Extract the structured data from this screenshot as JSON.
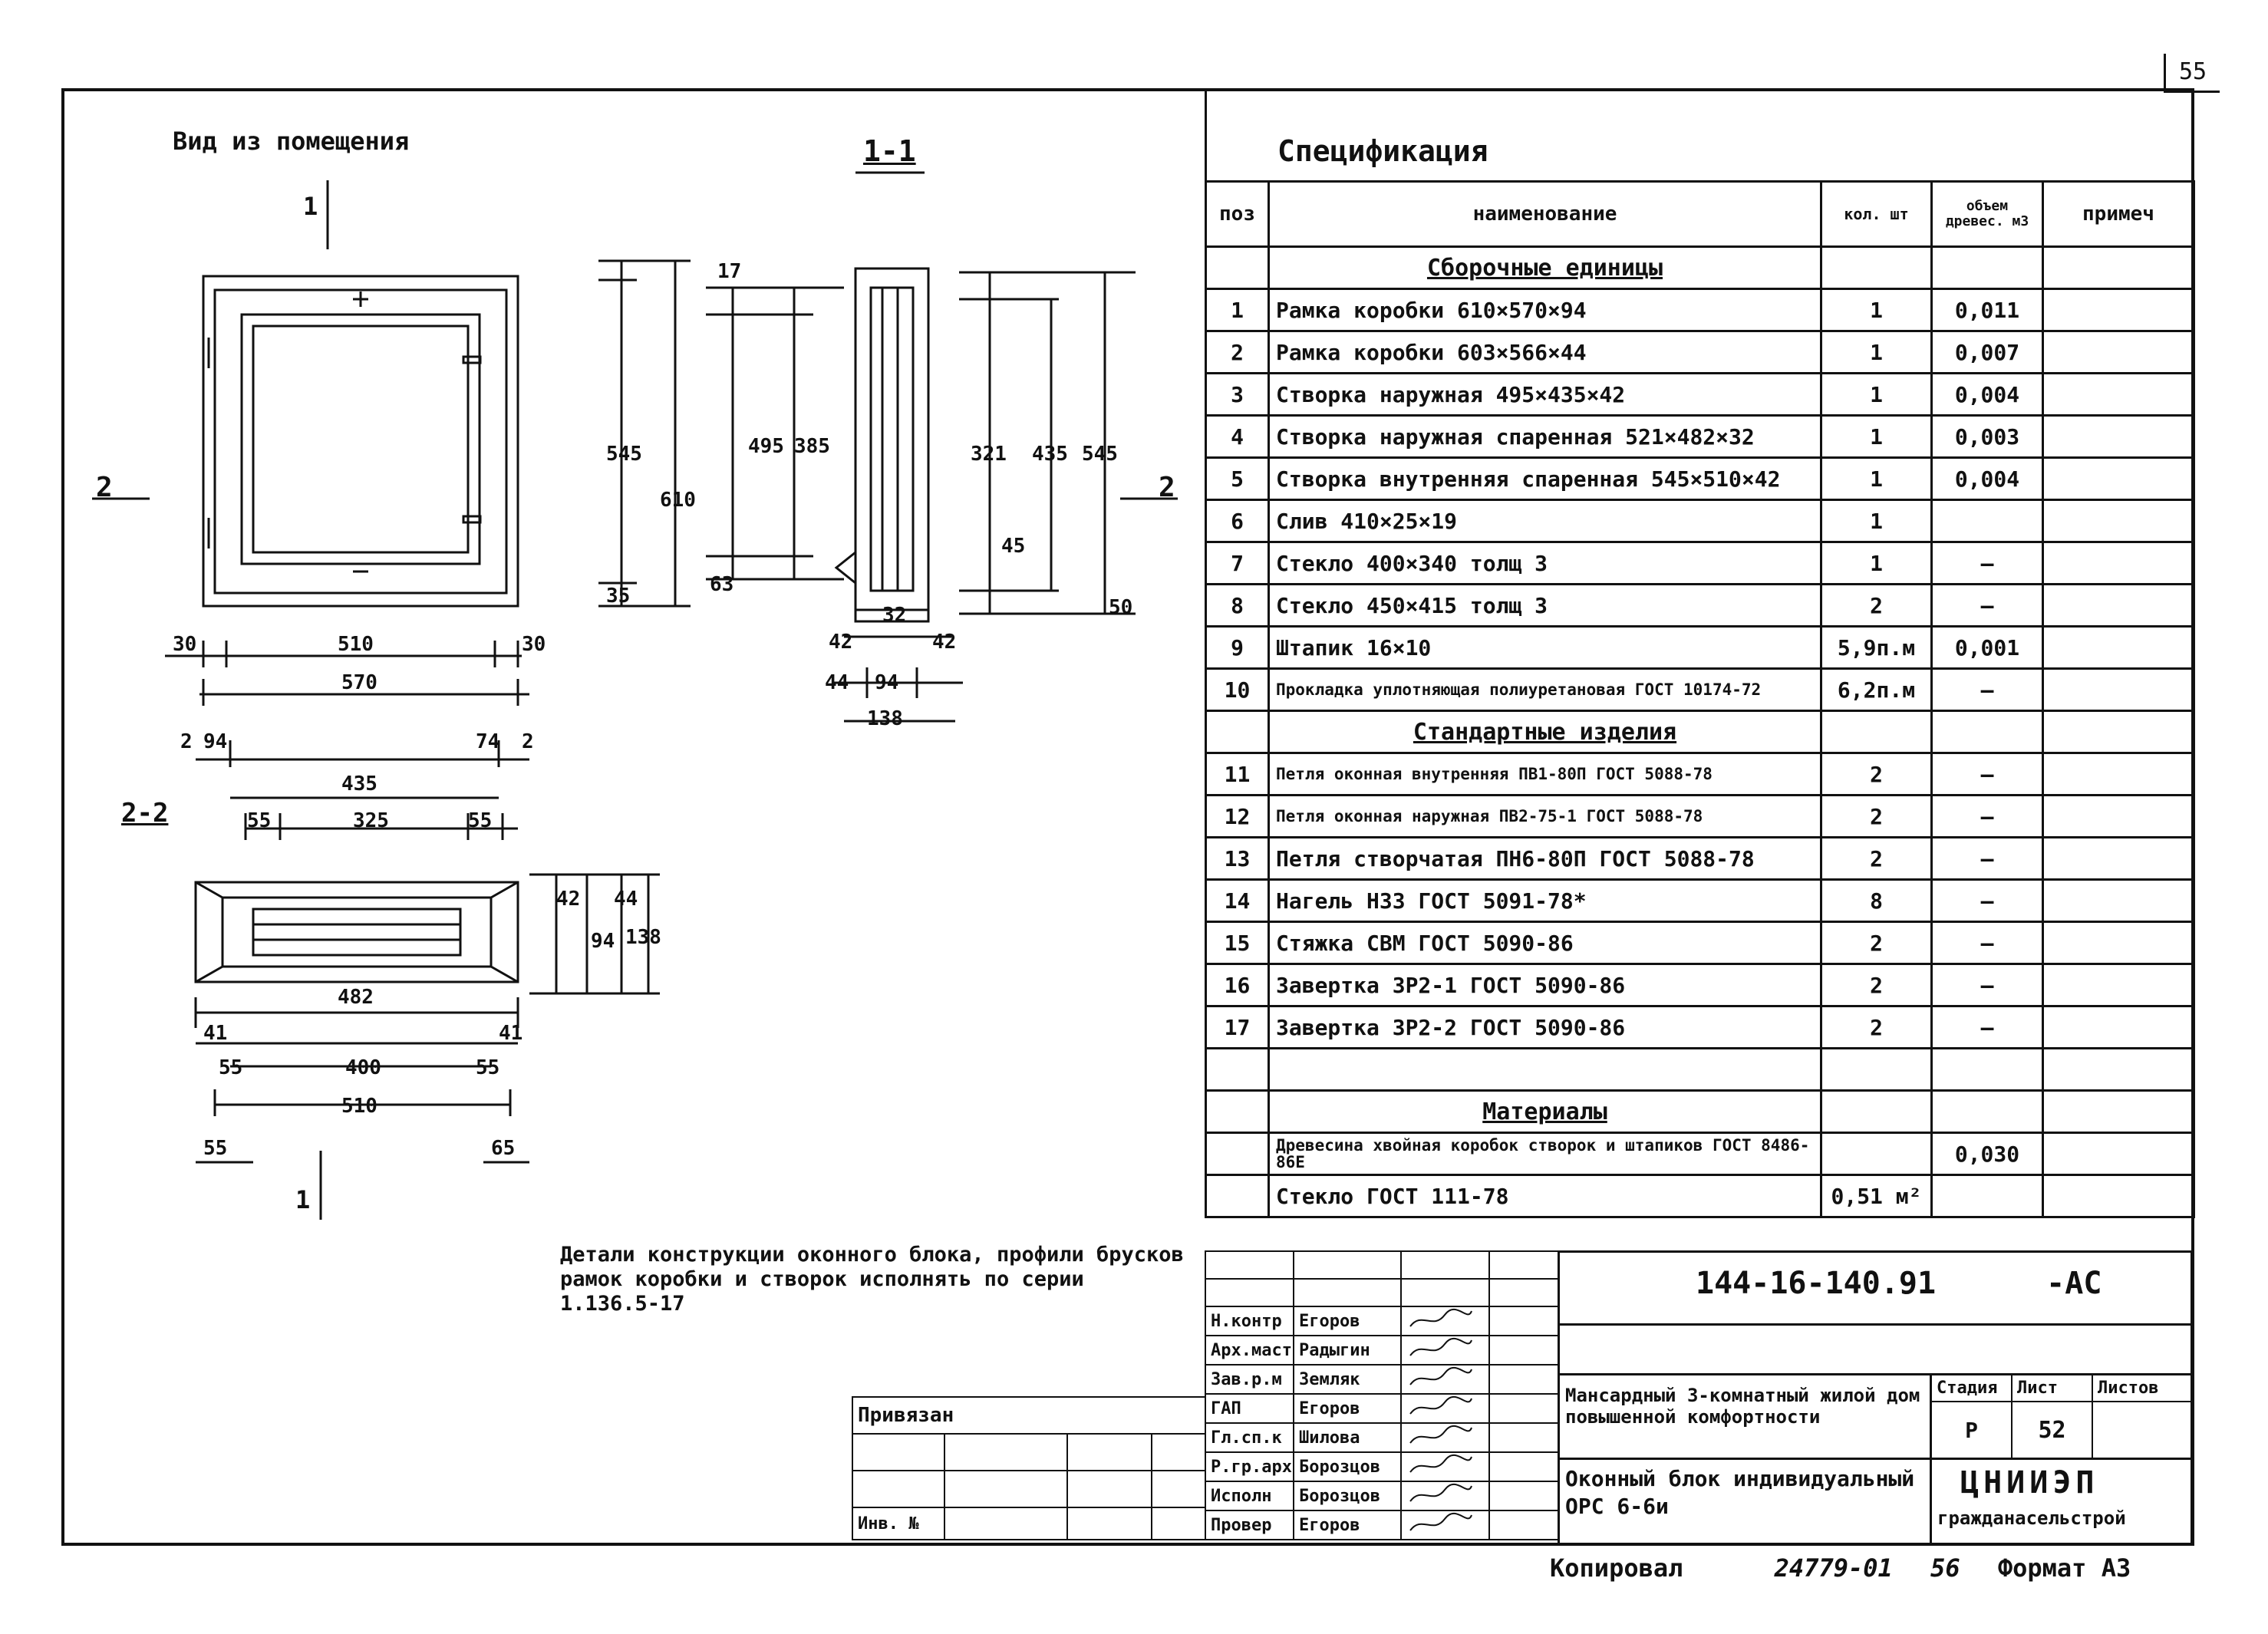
{
  "sheet": {
    "corner_number": "55"
  },
  "drawing": {
    "view_title": "Вид из помещения",
    "section_1_label": "1-1",
    "section_2_label": "2-2",
    "cut_mark_1": "1",
    "cut_mark_2": "2",
    "dims": {
      "w510": "510",
      "w570": "570",
      "d30": "30",
      "w435": "435",
      "w325": "325",
      "d55": "55",
      "d2": "2",
      "d94": "94",
      "d74": "74",
      "w482": "482",
      "w400": "400",
      "d41": "41",
      "d65": "65",
      "h545": "545",
      "h610": "610",
      "h495": "495",
      "h385": "385",
      "d17": "17",
      "d63": "63",
      "d35": "35",
      "h321": "321",
      "h435": "435",
      "d45": "45",
      "d50": "50",
      "d42": "42",
      "d32": "32",
      "d44": "44",
      "d138": "138"
    },
    "note": "Детали конструкции оконного блока, профили брусков рамок коробки и створок исполнять по серии 1.136.5-17"
  },
  "spec": {
    "title": "Спецификация",
    "headers": {
      "pos": "поз",
      "name": "наименование",
      "qty": "кол. шт",
      "volume": "объем древес. м3",
      "note": "примеч"
    },
    "section_assembly": "Сборочные единицы",
    "section_standard": "Стандартные изделия",
    "section_materials": "Материалы",
    "rows_assembly": [
      {
        "pos": "1",
        "name": "Рамка коробки 610×570×94",
        "qty": "1",
        "vol": "0,011"
      },
      {
        "pos": "2",
        "name": "Рамка коробки 603×566×44",
        "qty": "1",
        "vol": "0,007"
      },
      {
        "pos": "3",
        "name": "Створка наружная 495×435×42",
        "qty": "1",
        "vol": "0,004"
      },
      {
        "pos": "4",
        "name": "Створка наружная спаренная 521×482×32",
        "qty": "1",
        "vol": "0,003"
      },
      {
        "pos": "5",
        "name": "Створка внутренняя спаренная 545×510×42",
        "qty": "1",
        "vol": "0,004"
      },
      {
        "pos": "6",
        "name": "Слив 410×25×19",
        "qty": "1",
        "vol": ""
      },
      {
        "pos": "7",
        "name": "Стекло 400×340 толщ 3",
        "qty": "1",
        "vol": "—"
      },
      {
        "pos": "8",
        "name": "Стекло 450×415 толщ 3",
        "qty": "2",
        "vol": "—"
      },
      {
        "pos": "9",
        "name": "Штапик 16×10",
        "qty": "5,9п.м",
        "vol": "0,001"
      },
      {
        "pos": "10",
        "name": "Прокладка уплотняющая полиуретановая ГОСТ 10174-72",
        "qty": "6,2п.м",
        "vol": "—"
      }
    ],
    "rows_standard": [
      {
        "pos": "11",
        "name": "Петля оконная внутренняя ПВ1-80П ГОСТ 5088-78",
        "qty": "2",
        "vol": "—"
      },
      {
        "pos": "12",
        "name": "Петля оконная наружная ПВ2-75-1 ГОСТ 5088-78",
        "qty": "2",
        "vol": "—"
      },
      {
        "pos": "13",
        "name": "Петля створчатая ПН6-80П ГОСТ 5088-78",
        "qty": "2",
        "vol": "—"
      },
      {
        "pos": "14",
        "name": "Нагель Н33 ГОСТ 5091-78*",
        "qty": "8",
        "vol": "—"
      },
      {
        "pos": "15",
        "name": "Стяжка СВМ ГОСТ 5090-86",
        "qty": "2",
        "vol": "—"
      },
      {
        "pos": "16",
        "name": "Завертка ЗР2-1 ГОСТ 5090-86",
        "qty": "2",
        "vol": "—"
      },
      {
        "pos": "17",
        "name": "Завертка ЗР2-2 ГОСТ 5090-86",
        "qty": "2",
        "vol": "—"
      }
    ],
    "rows_materials": [
      {
        "pos": "",
        "name": "Древесина хвойная коробок створок и штапиков ГОСТ 8486-86Е",
        "qty": "",
        "vol": "0,030"
      },
      {
        "pos": "",
        "name": "Стекло ГОСТ 111-78",
        "qty": "0,51 м²",
        "vol": ""
      }
    ]
  },
  "stamp": {
    "code": "144-16-140.91",
    "suffix": "-АС",
    "privyazan": "Привязан",
    "inv": "Инв. №",
    "roles": [
      {
        "role": "Н.контр",
        "name": "Егоров"
      },
      {
        "role": "Арх.маст",
        "name": "Радыгин"
      },
      {
        "role": "Зав.р.м",
        "name": "Земляк"
      },
      {
        "role": "ГАП",
        "name": "Егоров"
      },
      {
        "role": "Гл.сп.к",
        "name": "Шилова"
      },
      {
        "role": "Р.гр.арх",
        "name": "Борозцов"
      },
      {
        "role": "Исполн",
        "name": "Борозцов"
      },
      {
        "role": "Провер",
        "name": "Егоров"
      }
    ],
    "project": "Мансардный 3-комнатный жилой дом повышенной комфортности",
    "element": "Оконный блок индивидуальный ОРС 6-6и",
    "stage_h": "Стадия",
    "sheet_h": "Лист",
    "sheets_h": "Листов",
    "stage": "Р",
    "sheet": "52",
    "org1": "ЦНИИЭП",
    "org2": "гражданасельстрой",
    "copied": "Копировал",
    "copy_code": "24779-01",
    "copy_num": "56",
    "format": "Формат А3"
  }
}
